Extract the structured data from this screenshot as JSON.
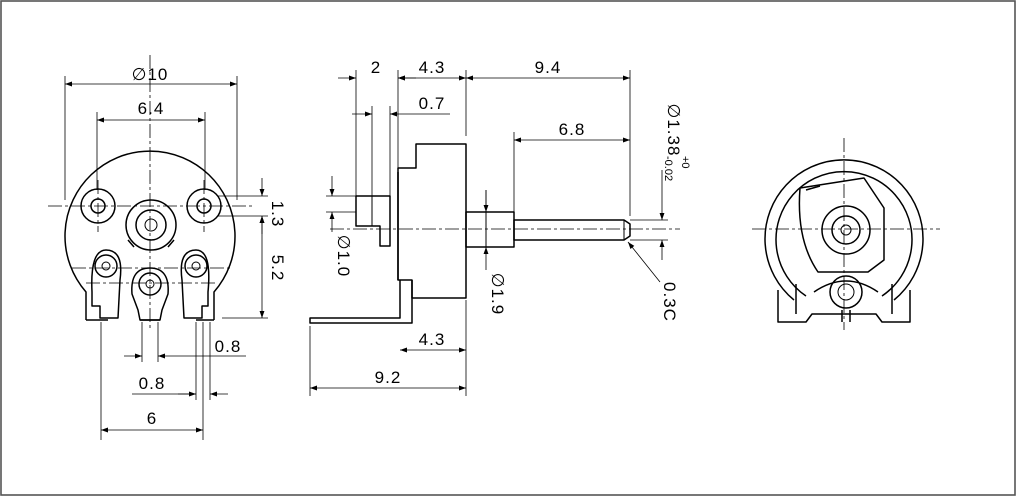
{
  "dimensions": {
    "front_outer_diameter": "∅10",
    "front_hole_spacing": "6.4",
    "front_hole_offset": "1.3",
    "front_pin_height": "5.2",
    "front_pin_width_right": "0.8",
    "front_pin_width_left": "0.8",
    "front_pin_spacing": "6",
    "side_flange_width": "2",
    "side_body_depth": "4.3",
    "side_shaft_length": "9.4",
    "side_hub_offset": "0.7",
    "side_shaft_exposed": "6.8",
    "side_shaft_diameter": "∅1.38",
    "side_shaft_tol_upper": "+0",
    "side_shaft_tol_lower": "-0.02",
    "side_boss_diameter": "∅1.0",
    "side_collar_diameter": "∅1.9",
    "side_chamfer": "0.3C",
    "side_terminal_offset": "4.3",
    "side_overall_length": "9.2"
  }
}
